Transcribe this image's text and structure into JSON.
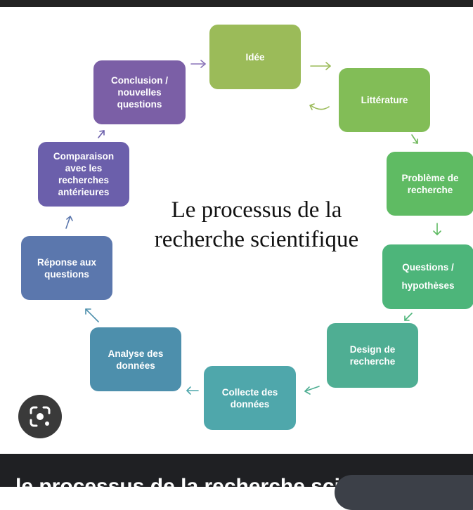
{
  "diagram": {
    "title": "Le processus de la recherche scientifique",
    "steps": [
      {
        "label": "Idée",
        "color": "#9bbb59"
      },
      {
        "label": "Littérature",
        "color": "#82bd57"
      },
      {
        "label": "Problème de\nrecherche",
        "color": "#5fbb63"
      },
      {
        "label": "Questions /\nhypothèses",
        "color": "#4db57a"
      },
      {
        "label": "Design de\nrecherche",
        "color": "#4fae93"
      },
      {
        "label": "Collecte des\ndonnées",
        "color": "#4fa7ab"
      },
      {
        "label": "Analyse des\ndonnées",
        "color": "#4d8fac"
      },
      {
        "label": "Réponse aux\nquestions",
        "color": "#5b77ad"
      },
      {
        "label": "Comparaison\navec les\nrecherches\nantérieures",
        "color": "#6b5fab"
      },
      {
        "label": "Conclusion /\nnouvelles\nquestions",
        "color": "#7b5fa6"
      }
    ]
  },
  "caption": {
    "text": "le processus de la recherche scientifique"
  },
  "icons": {
    "lens": "lens-search-icon"
  }
}
